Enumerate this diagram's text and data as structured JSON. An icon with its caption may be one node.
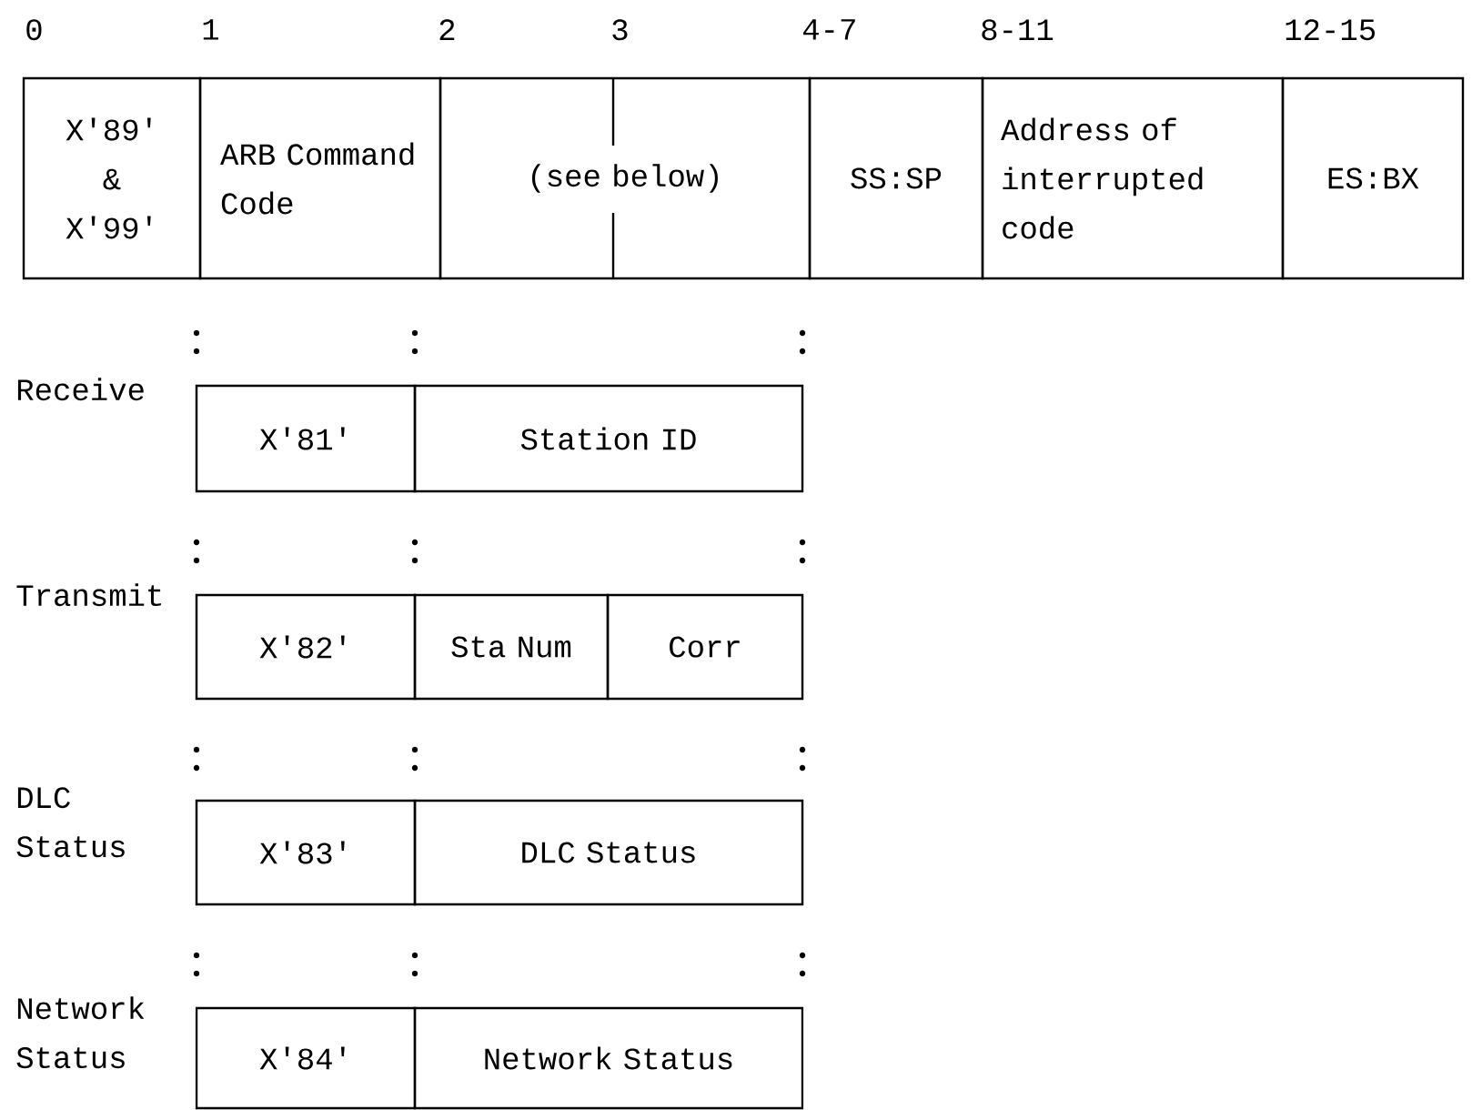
{
  "diagram": {
    "nodes": [
      {
        "text": [
          "X'89' & X'99'"
        ]
      },
      {
        "text": [
          "ARB Command Code"
        ]
      },
      {
        "text": [
          "(see below)"
        ]
      },
      {
        "text": [
          "SS:SP"
        ]
      },
      {
        "text": [
          "Address of interrupted code"
        ]
      },
      {
        "text": [
          "ES:BX"
        ]
      },
      {
        "text": [
          "X'81'"
        ]
      },
      {
        "text": [
          "Station ID"
        ]
      },
      {
        "text": [
          "X'82'"
        ]
      },
      {
        "text": [
          "Sta Num"
        ]
      },
      {
        "text": [
          "Corr"
        ]
      },
      {
        "text": [
          "X'83'"
        ]
      },
      {
        "text": [
          "DLC Status"
        ]
      },
      {
        "text": [
          "X'84'"
        ]
      },
      {
        "text": [
          "Network Status"
        ]
      }
    ],
    "labels": [
      "0",
      "1",
      "2",
      "3",
      "4-7",
      "8-11",
      "12-15",
      "Receive",
      "Transmit",
      "DLC Status",
      "Network Status"
    ]
  }
}
